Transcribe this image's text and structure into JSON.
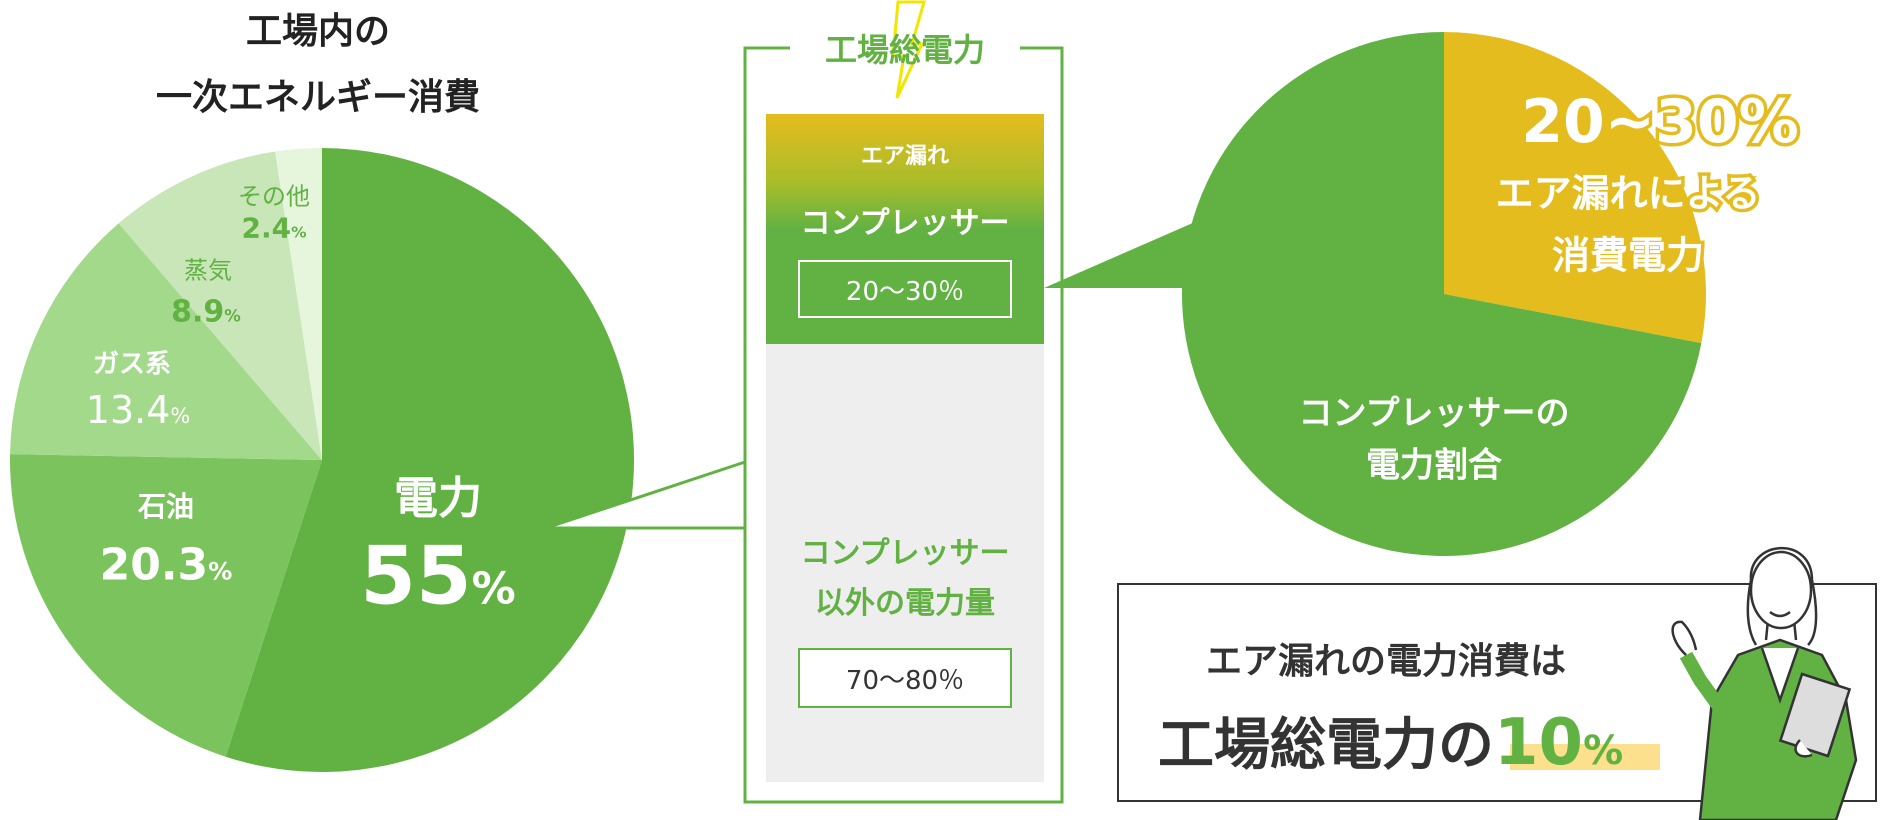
{
  "left_chart": {
    "title_line1": "工場内の",
    "title_line2": "一次エネルギー消費",
    "slices": [
      {
        "label": "電力",
        "value": 55,
        "value_text": "55",
        "unit": "%",
        "color": "#62b243",
        "text_color": "#ffffff"
      },
      {
        "label": "石油",
        "value": 20.3,
        "value_text": "20.3",
        "unit": "%",
        "color": "#7bc45d",
        "text_color": "#ffffff"
      },
      {
        "label": "ガス系",
        "value": 13.4,
        "value_text": "13.4",
        "unit": "%",
        "color": "#a3d98b",
        "text_color": "#ffffff"
      },
      {
        "label": "蒸気",
        "value": 8.9,
        "value_text": "8.9",
        "unit": "%",
        "color": "#c8e6b8",
        "text_color": "#62b243"
      },
      {
        "label": "その他",
        "value": 2.4,
        "value_text": "2.4",
        "unit": "%",
        "color": "#e6f6dc",
        "text_color": "#62b243"
      }
    ]
  },
  "middle_box": {
    "title": "工場総電力",
    "top_small_label": "エア漏れ",
    "top_label": "コンプレッサー",
    "top_value": "20〜30％",
    "bottom_label_line1": "コンプレッサー",
    "bottom_label_line2": "以外の電力量",
    "bottom_value": "70〜80％"
  },
  "right_chart": {
    "slices": [
      {
        "label": "エア漏れによる消費電力",
        "value": 28,
        "color": "#e5bc1e"
      },
      {
        "label": "コンプレッサーの電力割合",
        "value": 72,
        "color": "#62b243"
      }
    ],
    "highlight_value": "20~30%",
    "highlight_line1": "エア漏れによる",
    "highlight_line2": "消費電力",
    "main_line1": "コンプレッサーの",
    "main_line2": "電力割合"
  },
  "summary": {
    "line1": "エア漏れの電力消費は",
    "line2_prefix": "工場総電力の",
    "line2_value": "10",
    "line2_unit": "%"
  },
  "colors": {
    "green": "#62b243",
    "yellow": "#e5bc1e",
    "grey_bg": "#eeeeee",
    "highlight": "#fde08d"
  }
}
